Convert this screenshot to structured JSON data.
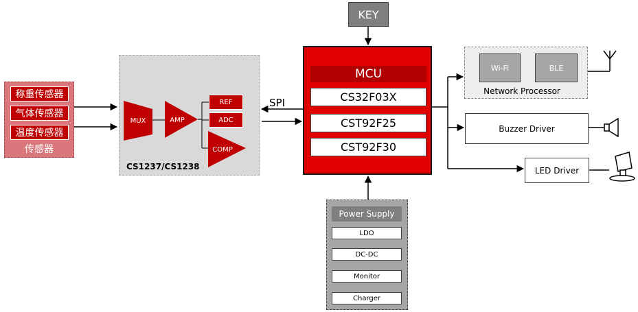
{
  "key": {
    "label": "KEY"
  },
  "sensors": {
    "items": [
      "称重传感器",
      "气体传感器",
      "温度传感器"
    ],
    "group_label": "传感器"
  },
  "afe": {
    "chip_label": "CS1237/CS1238",
    "mux": "MUX",
    "amp": "AMP",
    "ref": "REF",
    "adc": "ADC",
    "comp": "COMP"
  },
  "spi": {
    "label": "SPI"
  },
  "mcu": {
    "title": "MCU",
    "chips": [
      "CS32F03X",
      "CST92F25",
      "CST92F30"
    ]
  },
  "network": {
    "label": "Network Processor",
    "wifi": "Wi-Fi",
    "ble": "BLE"
  },
  "buzzer": {
    "label": "Buzzer Driver"
  },
  "led": {
    "label": "LED Driver"
  },
  "power": {
    "title": "Power Supply",
    "items": [
      "LDO",
      "DC-DC",
      "Monitor",
      "Charger"
    ]
  },
  "colors": {
    "red": "#E00000",
    "dark_red": "#C00000",
    "block_red": "#B00000",
    "sensor_bg": "#D9777C",
    "afe_bg": "#D9D9D9",
    "gray_box": "#7F7F7F",
    "power_bg": "#A6A6A6"
  }
}
